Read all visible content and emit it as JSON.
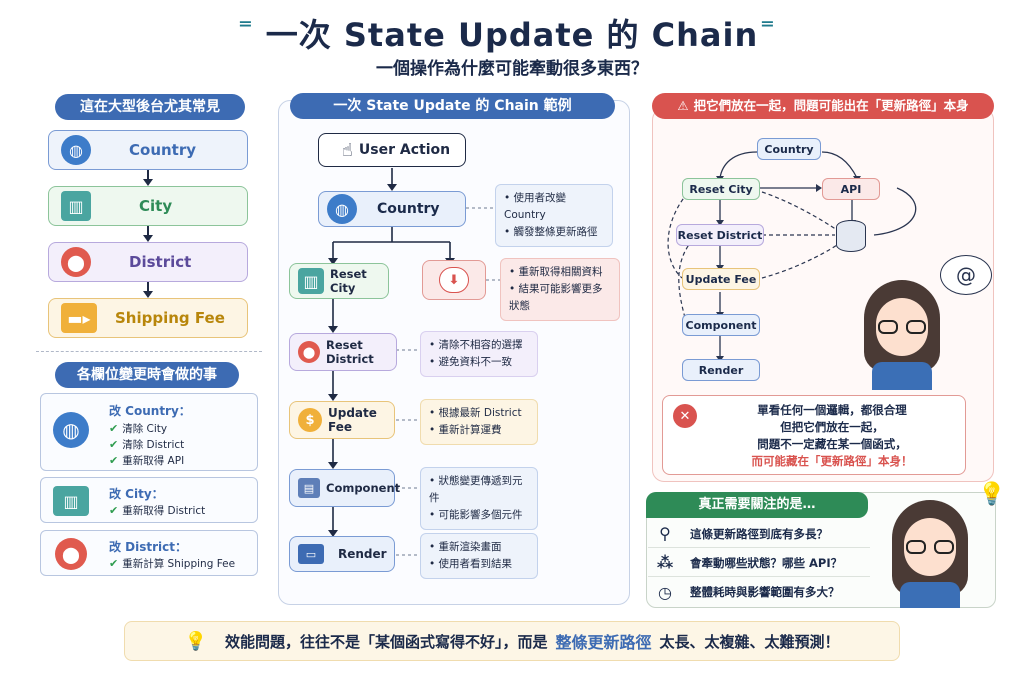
{
  "header": {
    "title": "一次 State Update 的 Chain",
    "subtitle": "一個操作為什麼可能牽動很多東西？"
  },
  "left": {
    "section1_title": "這在大型後台尤其常見",
    "chain": [
      {
        "label": "Country",
        "icon": "globe-icon"
      },
      {
        "label": "City",
        "icon": "buildings-icon"
      },
      {
        "label": "District",
        "icon": "map-pin-icon"
      },
      {
        "label": "Shipping Fee",
        "icon": "truck-icon"
      }
    ],
    "section2_title": "各欄位變更時會做的事",
    "changes": [
      {
        "title": "改 Country：",
        "items": [
          "清除 City",
          "清除 District",
          "重新取得 API"
        ]
      },
      {
        "title": "改 City：",
        "items": [
          "重新取得 District"
        ]
      },
      {
        "title": "改 District：",
        "items": [
          "重新計算 Shipping Fee"
        ]
      }
    ]
  },
  "middle": {
    "title": "一次 State Update 的 Chain 範例",
    "user_action": "User Action",
    "country": "Country",
    "country_notes": [
      "使用者改變 Country",
      "觸發整條更新路徑"
    ],
    "reset_city": "Reset City",
    "api_notes": [
      "重新取得相關資料",
      "結果可能影響更多狀態"
    ],
    "reset_district": "Reset District",
    "reset_district_notes": [
      "清除不相容的選擇",
      "避免資料不一致"
    ],
    "update_fee": "Update Fee",
    "update_fee_notes": [
      "根據最新 District",
      "重新計算運費"
    ],
    "component": "Component",
    "component_notes": [
      "狀態變更傳遞到元件",
      "可能影響多個元件"
    ],
    "render": "Render",
    "render_notes": [
      "重新渲染畫面",
      "使用者看到結果"
    ]
  },
  "right": {
    "title": "把它們放在一起，問題可能出在「更新路徑」本身",
    "graph": {
      "country": "Country",
      "reset_city": "Reset City",
      "api": "API",
      "reset_district": "Reset District",
      "update_fee": "Update Fee",
      "component": "Component",
      "render": "Render"
    },
    "warning_lines": [
      "單看任何一個邏輯，都很合理",
      "但把它們放在一起，",
      "問題不一定藏在某一個函式，"
    ],
    "warning_emphasis": "而可能藏在「更新路徑」本身！",
    "focus_title": "真正需要關注的是…",
    "focus_items": [
      {
        "icon": "magnifier-icon",
        "text": "這條更新路徑到底有多長？"
      },
      {
        "icon": "network-icon",
        "text": "會牽動哪些狀態？哪些 API？"
      },
      {
        "icon": "clock-icon",
        "text": "整體耗時與影響範圍有多大？"
      }
    ]
  },
  "footer": {
    "text_before": "效能問題，往往不是「某個函式寫得不好」，而是",
    "highlight": "整條更新路徑",
    "text_after": "太長、太複雜、太難預測！"
  },
  "colors": {
    "blue": "#3d6bb3",
    "green": "#2e8b57",
    "red": "#d9534f",
    "orange": "#e0a030",
    "purple": "#8e7cc3"
  }
}
